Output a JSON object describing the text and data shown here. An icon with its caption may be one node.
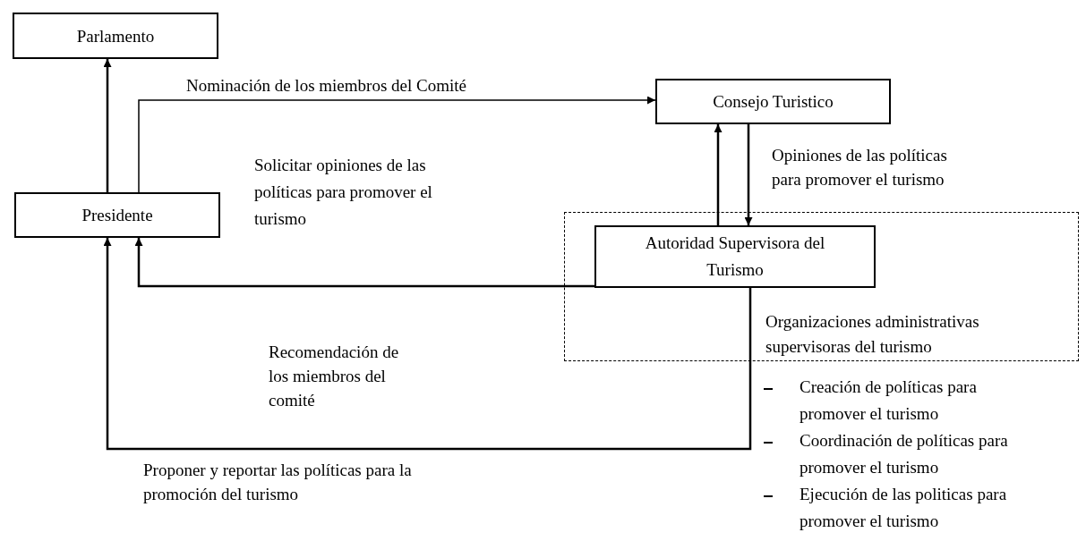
{
  "diagram": {
    "nodes": [
      {
        "text": [
          "Parlamento"
        ]
      },
      {
        "text": [
          "Presidente"
        ]
      },
      {
        "text": [
          "Consejo Turistico"
        ]
      },
      {
        "text": [
          "Organizaciones administrativas supervisoras del turismo"
        ]
      },
      {
        "text": [
          "Autoridad Supervisora del Turismo"
        ],
        "in": 3
      }
    ],
    "edges": [
      {
        "from": 1,
        "to": 0,
        "arrow": "to"
      },
      {
        "from": 1,
        "to": 2,
        "arrow": "to",
        "label": "Nominación de los miembros del Comité"
      },
      {
        "from": 4,
        "to": 2,
        "arrow": "to"
      },
      {
        "from": 2,
        "to": 4,
        "arrow": "to",
        "label": "Opiniones de las políticas para promover el turismo"
      },
      {
        "from": 4,
        "to": 1,
        "arrow": "to",
        "label": "Recomendación de los miembros del comité"
      },
      {
        "from": 4,
        "to": 1,
        "arrow": "to",
        "label": "Proponer y reportar las políticas para la promoción del turismo"
      }
    ],
    "labels": [
      "Solicitar opiniones de las políticas para promover el turismo",
      "Creación de políticas para promover el turismo",
      "Coordinación de políticas para promover el turismo",
      "Ejecución de las politicas para promover el turismo"
    ]
  }
}
